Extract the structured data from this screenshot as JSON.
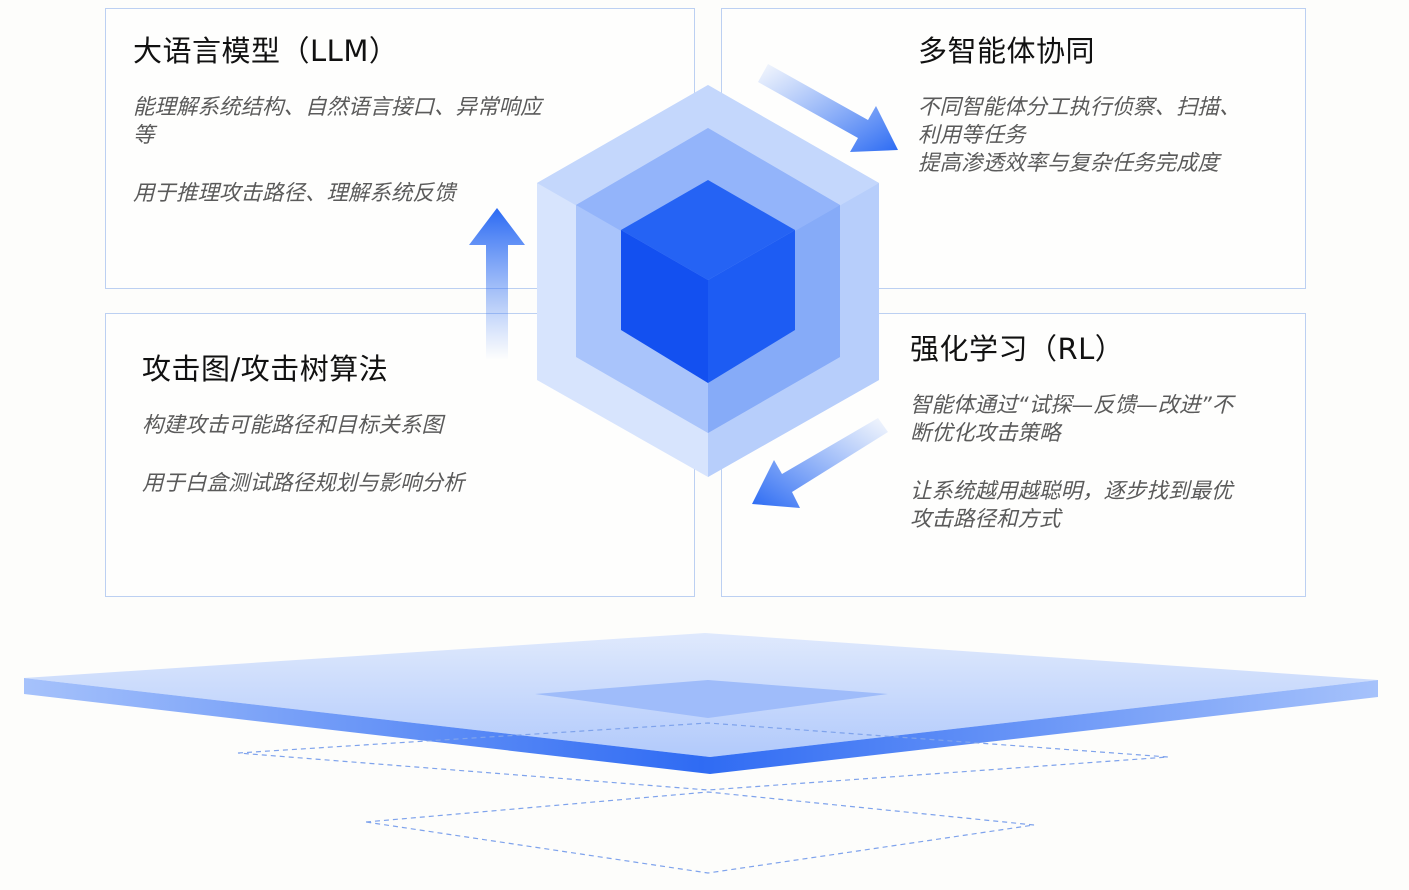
{
  "cards": [
    {
      "title": "大语言模型（LLM）",
      "lines": [
        "能理解系统结构、自然语言接口、异常响应",
        "等",
        "用于推理攻击路径、理解系统反馈"
      ]
    },
    {
      "title": "多智能体协同",
      "lines": [
        "不同智能体分工执行侦察、扫描、",
        "利用等任务",
        "提高渗透效率与复杂任务完成度"
      ]
    },
    {
      "title": "攻击图/攻击树算法",
      "lines": [
        "构建攻击可能路径和目标关系图",
        "用于白盒测试路径规划与影响分析"
      ]
    },
    {
      "title": "强化学习（RL）",
      "lines": [
        "智能体通过“试探—反馈—改进”不",
        "断优化攻击策略",
        "让系统越用越聪明，逐步找到最优",
        "攻击路径和方式"
      ]
    }
  ],
  "colors": {
    "accent": "#1f5ff5",
    "border": "#bcd0f2",
    "light": "#c9dafc"
  }
}
